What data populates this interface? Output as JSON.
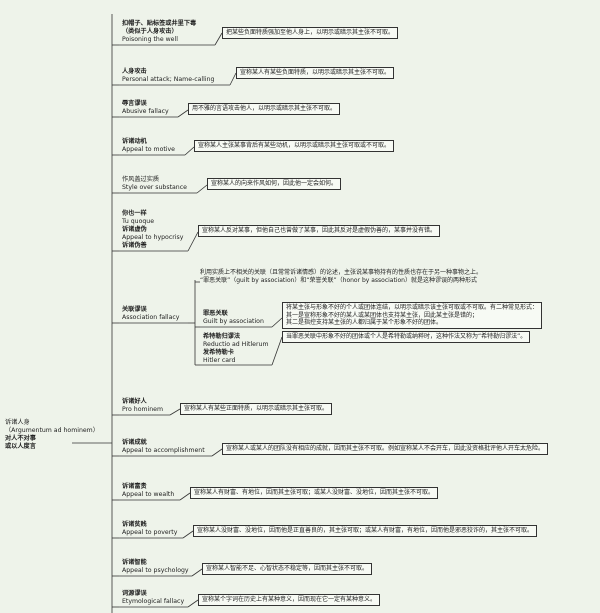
{
  "root": {
    "lines": [
      "诉诸人身",
      "（Argumentum ad hominem）",
      "对人不对事",
      "或以人度言"
    ]
  },
  "branches": [
    {
      "name_lines": [
        "扣帽子、贴标签或井里下毒",
        "（类似于人身攻击）",
        "Poisoning the well"
      ],
      "desc": "把某些负面特质强加至他人身上，以明示或暗示其主张不可取。"
    },
    {
      "name_lines": [
        "人身攻击",
        "Personal attack; Name-calling"
      ],
      "desc": "宣称某人有某些负面特质，以明示或暗示其主张不可取。"
    },
    {
      "name_lines": [
        "辱言谬误",
        "Abusive fallacy"
      ],
      "desc": "用不雅的言语攻击他人，以明示或暗示其主张不可取。"
    },
    {
      "name_lines": [
        "诉诸动机",
        "Appeal to motive"
      ],
      "desc": "宣称某人主张某事背后有某些动机，以明示或暗示其主张可取或不可取。"
    },
    {
      "name_lines": [
        "作风盖过实质",
        "Style over substance"
      ],
      "desc": "宣称某人的向来作风如何，因此他一定会如何。"
    },
    {
      "name_lines": [
        "你也一样",
        "Tu quoque",
        "诉诸虚伪",
        "Appeal to hypocrisy",
        "诉诸伪善"
      ],
      "desc": "宣称某人反对某事，但他自己也曾做了某事，因此其反对是虚假伪善的，某事并没有错。"
    },
    {
      "name_lines": [
        "关联谬误",
        "Association fallacy"
      ],
      "intro": [
        "利用实质上不相关的关联（且常常诉诸情感）的论述，主张说某事物持有的性质也存在于另一种事物之上。",
        "“罪恶关联”（guilt by association）和“荣誉关联”（honor by association）就是这种谬误的两种形式"
      ],
      "children": [
        {
          "name_lines": [
            "罪恶关联",
            "Guilt by association"
          ],
          "desc_lines": [
            "将某主张与形象不好的个人或团体连结，以明示或暗示该主张可取或不可取。有二种常见形式：",
            "其一是宣称形象不好的某人或某团体也支持某主张，因此某主张是错的；",
            "其二是指控支持某主张的人都归属于某个形象不好的团体。"
          ]
        },
        {
          "name_lines": [
            "希特勒归谬法",
            "Reductio ad Hitlerum",
            "发希特勒卡",
            "Hitler card"
          ],
          "desc": "当罪恶关联中形象不好的团体或个人是希特勒或纳粹时，这种作法又称为“希特勒归谬法”。"
        }
      ]
    },
    {
      "name_lines": [
        "诉诸好人",
        "Pro hominem"
      ],
      "desc": "宣称某人有某些正面特质，以明示或暗示其主张可取。"
    },
    {
      "name_lines": [
        "诉诸成就",
        "Appeal to accomplishment"
      ],
      "desc": "宣称某人或某人的团队没有相应的成就，因而其主张不可取。例如宣称某人不会开车，因此没资格批评他人开车太危险。"
    },
    {
      "name_lines": [
        "诉诸富贵",
        "Appeal to wealth"
      ],
      "desc": "宣称某人有财富、有地位，因而其主张可取；或某人没财富、没地位，因而其主张不可取。"
    },
    {
      "name_lines": [
        "诉诸贫贱",
        "Appeal to poverty"
      ],
      "desc": "宣称某人没财富、没地位，因而他是正直善良的，其主张可取；或某人有财富，有地位，因而他是邪恶狡诈的，其主张不可取。"
    },
    {
      "name_lines": [
        "诉诸智能",
        "Appeal to psychology"
      ],
      "desc": "宣称某人智能不足、心智状态不稳定等，因而其主张不可取。"
    },
    {
      "name_lines": [
        "词源谬误",
        "Etymological fallacy"
      ],
      "desc": "宣称某个字词在历史上有某种意义，因而现在它一定有某种意义。"
    }
  ]
}
